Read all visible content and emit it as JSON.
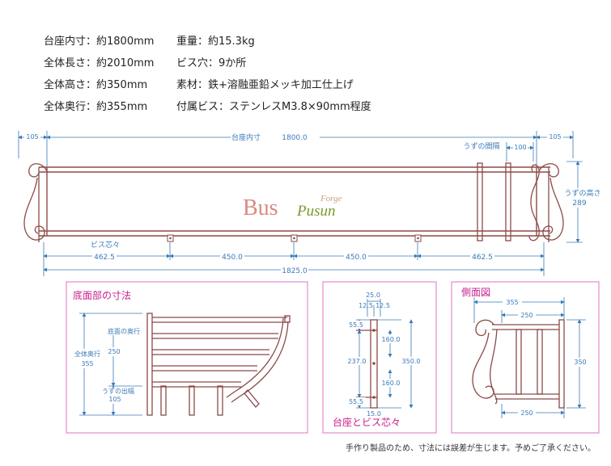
{
  "specs": {
    "inner_width": "台座内寸：約1800mm",
    "total_length": "全体長さ：約2010mm",
    "total_height": "全体高さ：約350mm",
    "total_depth": "全体奥行：約355mm",
    "weight": "重量：約15.3kg",
    "screw_holes": "ビス穴：9か所",
    "material": "素材：鉄+溶融亜鉛メッキ加工仕上げ",
    "screws": "付属ビス：ステンレスM3.8×90mm程度"
  },
  "front_view": {
    "label_inner": "台座内寸",
    "dim_inner": "1800.0",
    "dim_end_left": "105",
    "dim_end_right": "105",
    "label_scroll_gap": "うずの間隔",
    "dim_scroll_gap": "100",
    "label_scroll_height": "うずの高さ",
    "dim_scroll_height": "289",
    "label_screw_center": "ビス芯々",
    "dim_seg_1": "462.5",
    "dim_seg_2": "450.0",
    "dim_seg_3": "450.0",
    "dim_seg_4": "462.5",
    "dim_total": "1825.0"
  },
  "logo": {
    "main": "Bus",
    "sub": "Pusun",
    "tag": "Forge"
  },
  "bottom_panel": {
    "title": "底面部の寸法",
    "label_bottom_depth": "底面の奥行",
    "dim_bottom_depth": "250",
    "label_total_depth": "全体奥行",
    "dim_total_depth": "355",
    "label_overhang": "うずの出幅",
    "dim_overhang": "105"
  },
  "base_panel": {
    "title": "台座とビス芯々",
    "dim_width": "25.0",
    "dim_left": "12.5",
    "dim_right": "12.5",
    "dim_top_edge": "55.5",
    "dim_upper": "160.0",
    "dim_middle": "237.0",
    "dim_total": "350.0",
    "dim_lower": "160.0",
    "dim_bottom_edge": "55.5",
    "dim_bottom_width": "15.0"
  },
  "side_panel": {
    "title": "側面図",
    "dim_top": "355",
    "dim_upper_depth": "250",
    "dim_height": "350",
    "dim_lower_depth": "250"
  },
  "footer_note": "手作り製品のため、寸法には誤差が生じます。予めご了承ください。",
  "colors": {
    "frame": "#8b4a47",
    "dimension": "#3a7ab8",
    "panel_border": "#e070c8",
    "panel_title": "#c81e8c",
    "logo_main": "#d98b7e",
    "logo_sub": "#7a9a2c",
    "logo_tag": "#c9a07a"
  }
}
